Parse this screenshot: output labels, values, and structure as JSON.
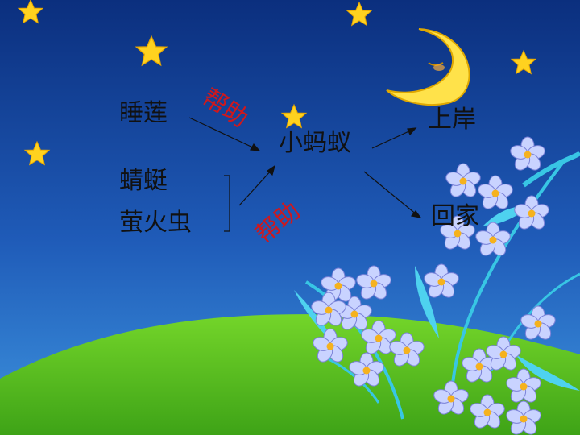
{
  "nodes": {
    "lotus": "睡莲",
    "dragonfly": "蜻蜓",
    "firefly": "萤火虫",
    "ant": "小蚂蚁",
    "ashore": "上岸",
    "home": "回家"
  },
  "relations": {
    "help_top": "帮助",
    "help_bottom": "帮助"
  },
  "colors": {
    "sky_top": "#0b2f7e",
    "sky_bottom": "#2f7fd6",
    "grass": "#5cc81f",
    "star": "#ffd21f",
    "moon": "#ffe24a",
    "label_red": "#d0181c"
  }
}
